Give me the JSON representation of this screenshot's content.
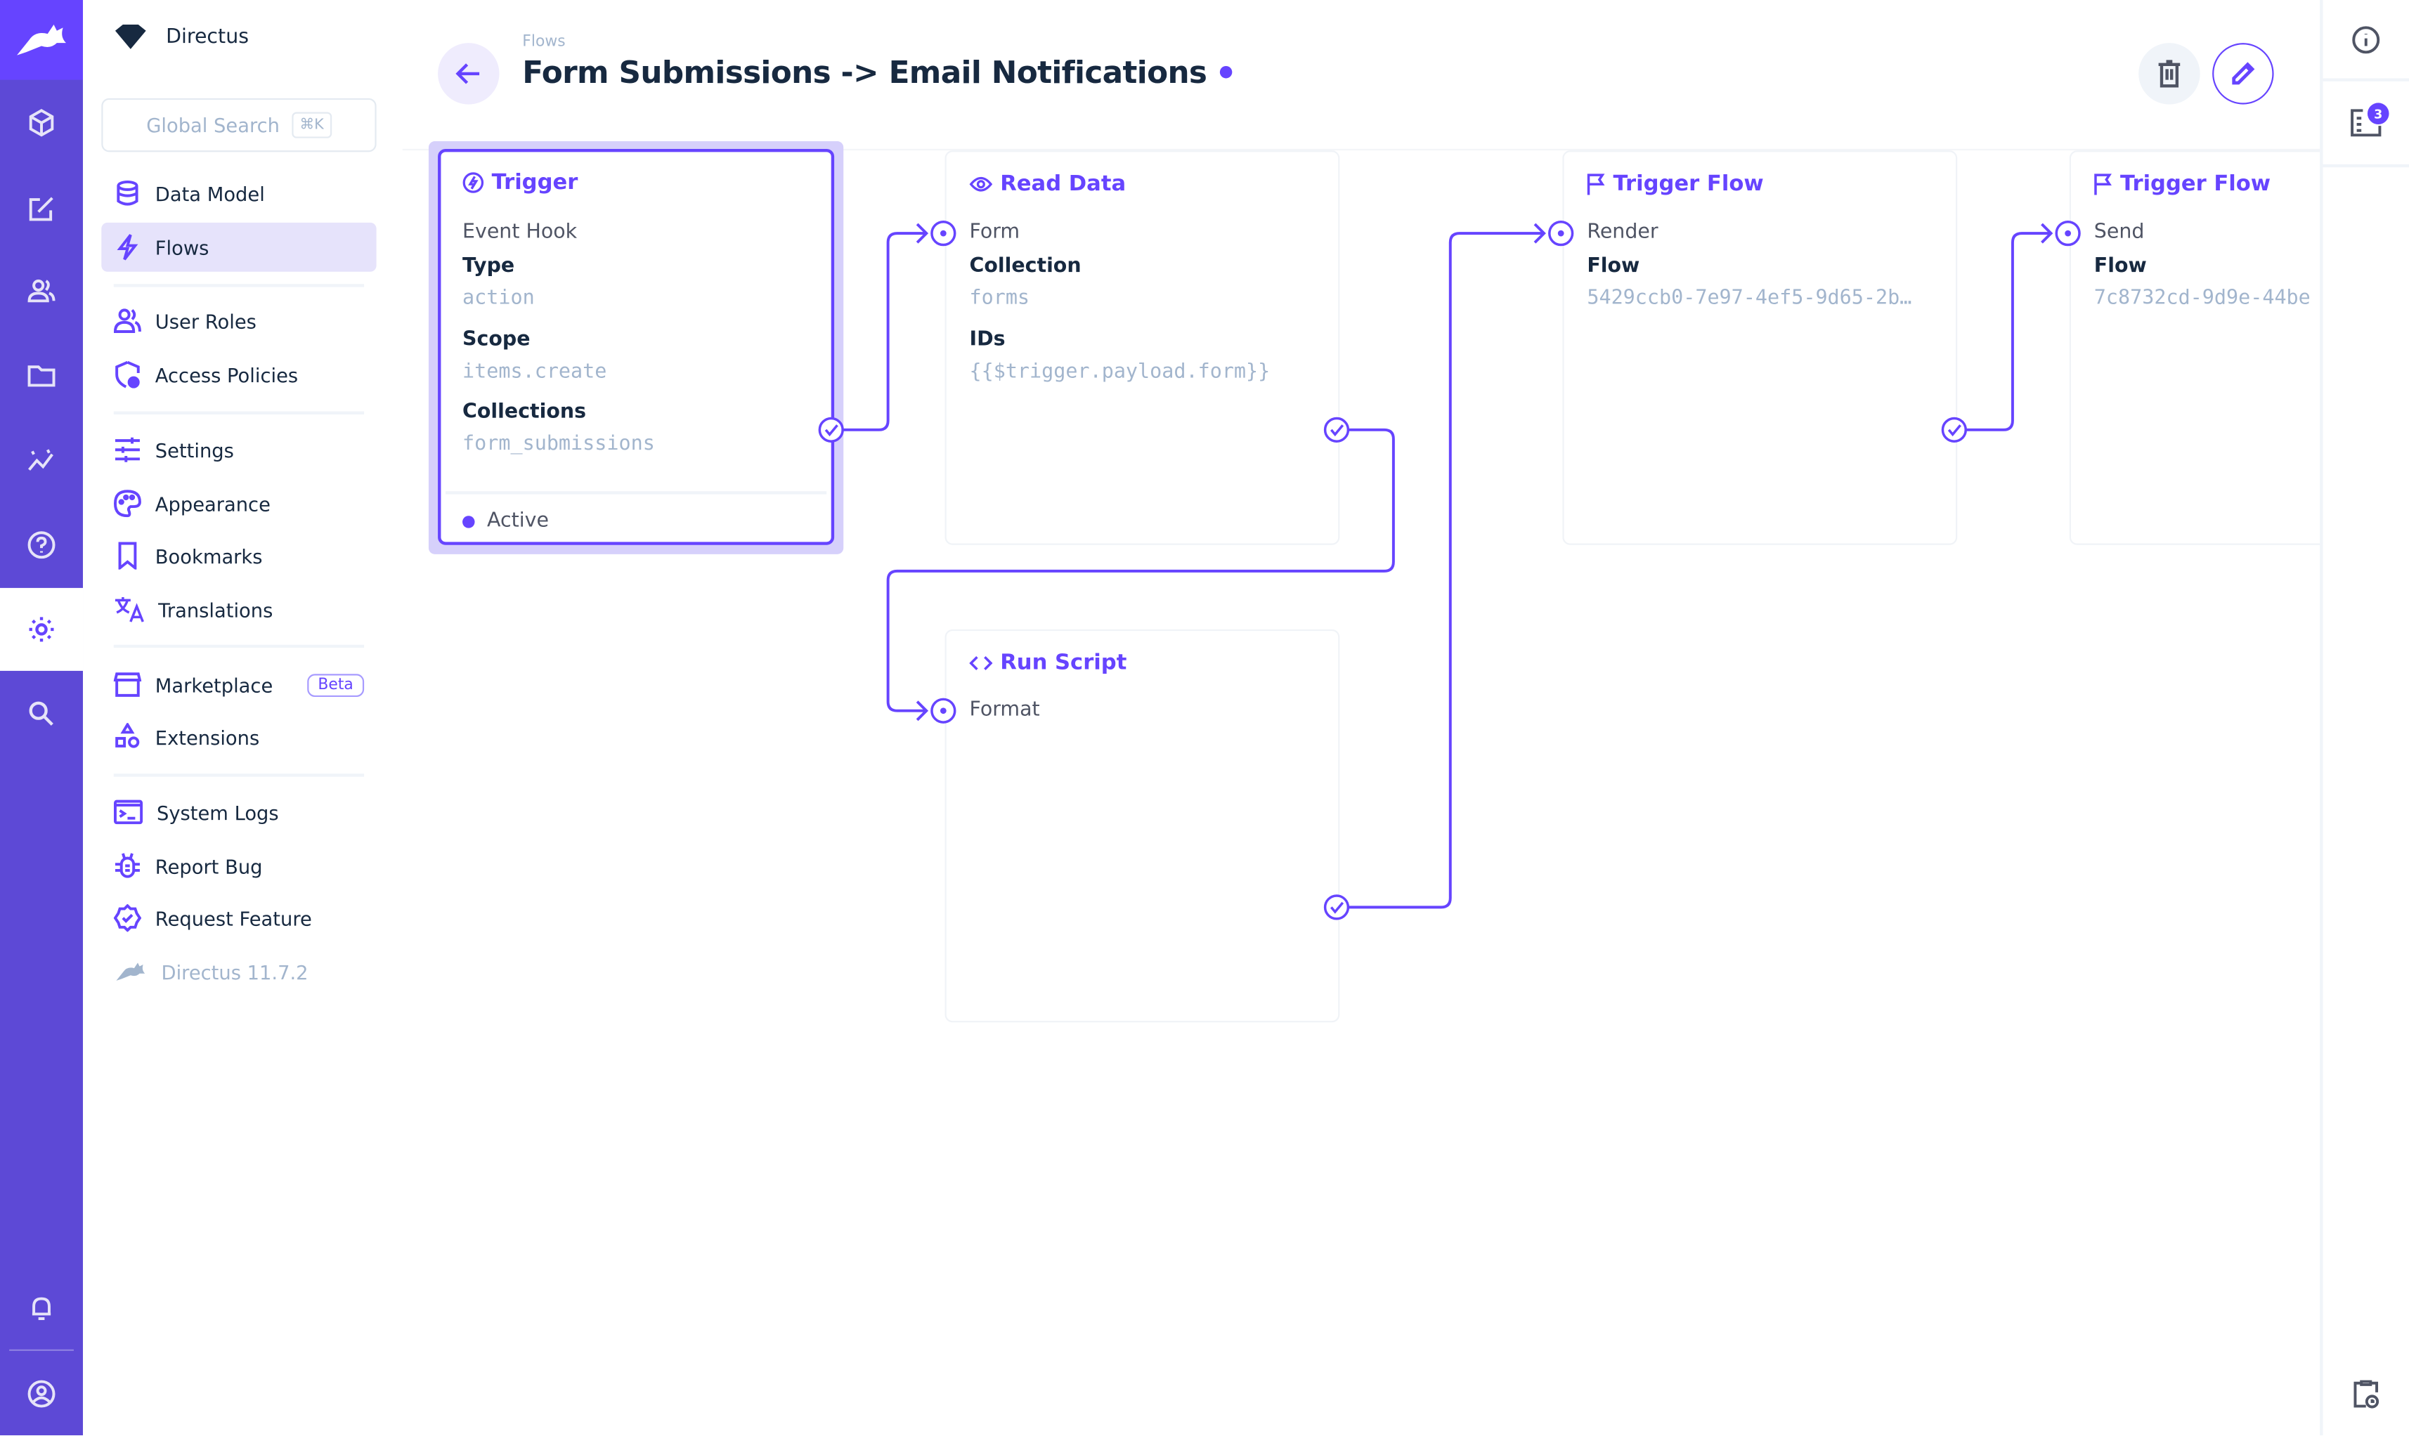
{
  "app": {
    "project_name": "Directus",
    "version": "Directus 11.7.2",
    "accent": "#6644ff"
  },
  "rail": {
    "items": [
      "content-icon",
      "edit-icon",
      "users-icon",
      "files-icon",
      "insights-icon",
      "help-icon",
      "settings-icon",
      "search-icon",
      "notifications-icon",
      "account-icon"
    ],
    "active": "settings-icon"
  },
  "sidebar": {
    "search": {
      "placeholder": "Global Search",
      "shortcut": "⌘K"
    },
    "items": [
      {
        "label": "Data Model",
        "icon": "database-icon"
      },
      {
        "label": "Flows",
        "icon": "bolt-icon",
        "active": true
      },
      {
        "label": "User Roles",
        "icon": "user-roles-icon"
      },
      {
        "label": "Access Policies",
        "icon": "policy-icon"
      },
      {
        "label": "Settings",
        "icon": "sliders-icon"
      },
      {
        "label": "Appearance",
        "icon": "palette-icon"
      },
      {
        "label": "Bookmarks",
        "icon": "bookmark-icon"
      },
      {
        "label": "Translations",
        "icon": "translate-icon"
      },
      {
        "label": "Marketplace",
        "icon": "store-icon",
        "badge": "Beta"
      },
      {
        "label": "Extensions",
        "icon": "shapes-icon"
      },
      {
        "label": "System Logs",
        "icon": "terminal-icon"
      },
      {
        "label": "Report Bug",
        "icon": "bug-icon"
      },
      {
        "label": "Request Feature",
        "icon": "verified-icon"
      }
    ]
  },
  "header": {
    "breadcrumb": "Flows",
    "title": "Form Submissions -> Email Notifications",
    "status_dot_color": "#6644ff"
  },
  "right_sidebar": {
    "notifications_count": "3"
  },
  "flow": {
    "trigger": {
      "title": "Trigger",
      "name": "Event Hook",
      "fields": [
        {
          "label": "Type",
          "value": "action"
        },
        {
          "label": "Scope",
          "value": "items.create"
        },
        {
          "label": "Collections",
          "value": "form_submissions"
        }
      ],
      "status": "Active"
    },
    "read_data": {
      "title": "Read Data",
      "name": "Form",
      "fields": [
        {
          "label": "Collection",
          "value": "forms"
        },
        {
          "label": "IDs",
          "value": "{{$trigger.payload.form}}"
        }
      ]
    },
    "run_script": {
      "title": "Run Script",
      "name": "Format"
    },
    "trigger_flow_1": {
      "title": "Trigger Flow",
      "name": "Render",
      "fields": [
        {
          "label": "Flow",
          "value": "5429ccb0-7e97-4ef5-9d65-2b…"
        }
      ]
    },
    "trigger_flow_2": {
      "title": "Trigger Flow",
      "name": "Send",
      "fields": [
        {
          "label": "Flow",
          "value": "7c8732cd-9d9e-44be"
        }
      ]
    }
  }
}
